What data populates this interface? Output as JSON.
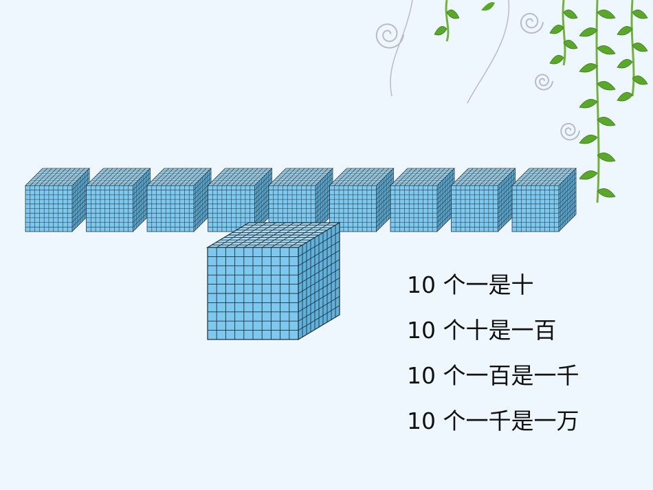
{
  "colors": {
    "background": "#eef7fd",
    "cube_front": "#7cc8ee",
    "cube_top": "#a9dcf5",
    "cube_side": "#5fb2dc",
    "grid_line": "#24323c",
    "vine_stem": "#73b23a",
    "leaf": "#5aa82a",
    "swirl": "#b9bcc0"
  },
  "icons": [
    "thousand-cube-icon",
    "ten-thousand-cube-icon",
    "vine-decoration-icon",
    "swirl-decoration-icon"
  ],
  "blocks": {
    "thousand_cube_count": 9,
    "thousand_cube_grid": 10,
    "large_cube_grid": 10
  },
  "statements": [
    "10 个一是十",
    "10 个十是一百",
    "10 个一百是一千",
    "10 个一千是一万"
  ]
}
